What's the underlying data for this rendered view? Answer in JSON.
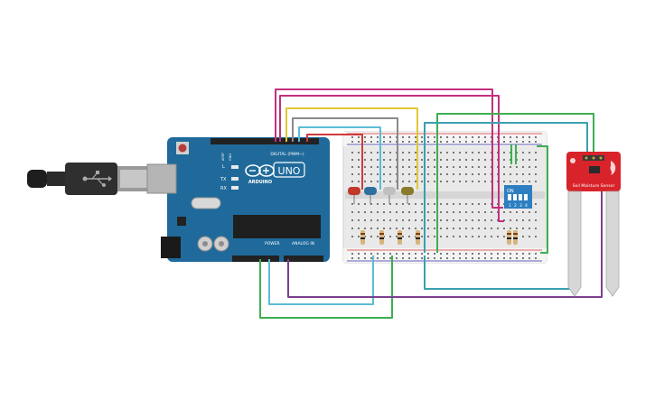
{
  "arduino": {
    "logo_text": "ARDUINO",
    "model": "UNO",
    "header_digital": "DIGITAL (PWM~)",
    "header_power": "POWER",
    "header_analog": "ANALOG IN",
    "label_tx": "TX",
    "label_rx": "RX",
    "label_l": "L",
    "label_aref": "AREF",
    "label_gnd": "GND"
  },
  "dip_switch": {
    "on_label": "ON",
    "positions": [
      "1",
      "2",
      "3",
      "4"
    ]
  },
  "soil_sensor": {
    "label": "Soil Moisture Sensor"
  },
  "leds": [
    {
      "name": "red",
      "color": "#c0392b"
    },
    {
      "name": "blue",
      "color": "#2e6f9e"
    },
    {
      "name": "white",
      "color": "#bfbfbf"
    },
    {
      "name": "yellow",
      "color": "#8a7a2a"
    }
  ],
  "wire_colors": {
    "magenta": "#c2307f",
    "yellow": "#e0c832",
    "gray": "#8a8a8a",
    "cyan": "#5bbcd6",
    "red": "#d23a3a",
    "green": "#3fae52",
    "purple": "#7b3f8f",
    "teal": "#3c9fb0"
  }
}
